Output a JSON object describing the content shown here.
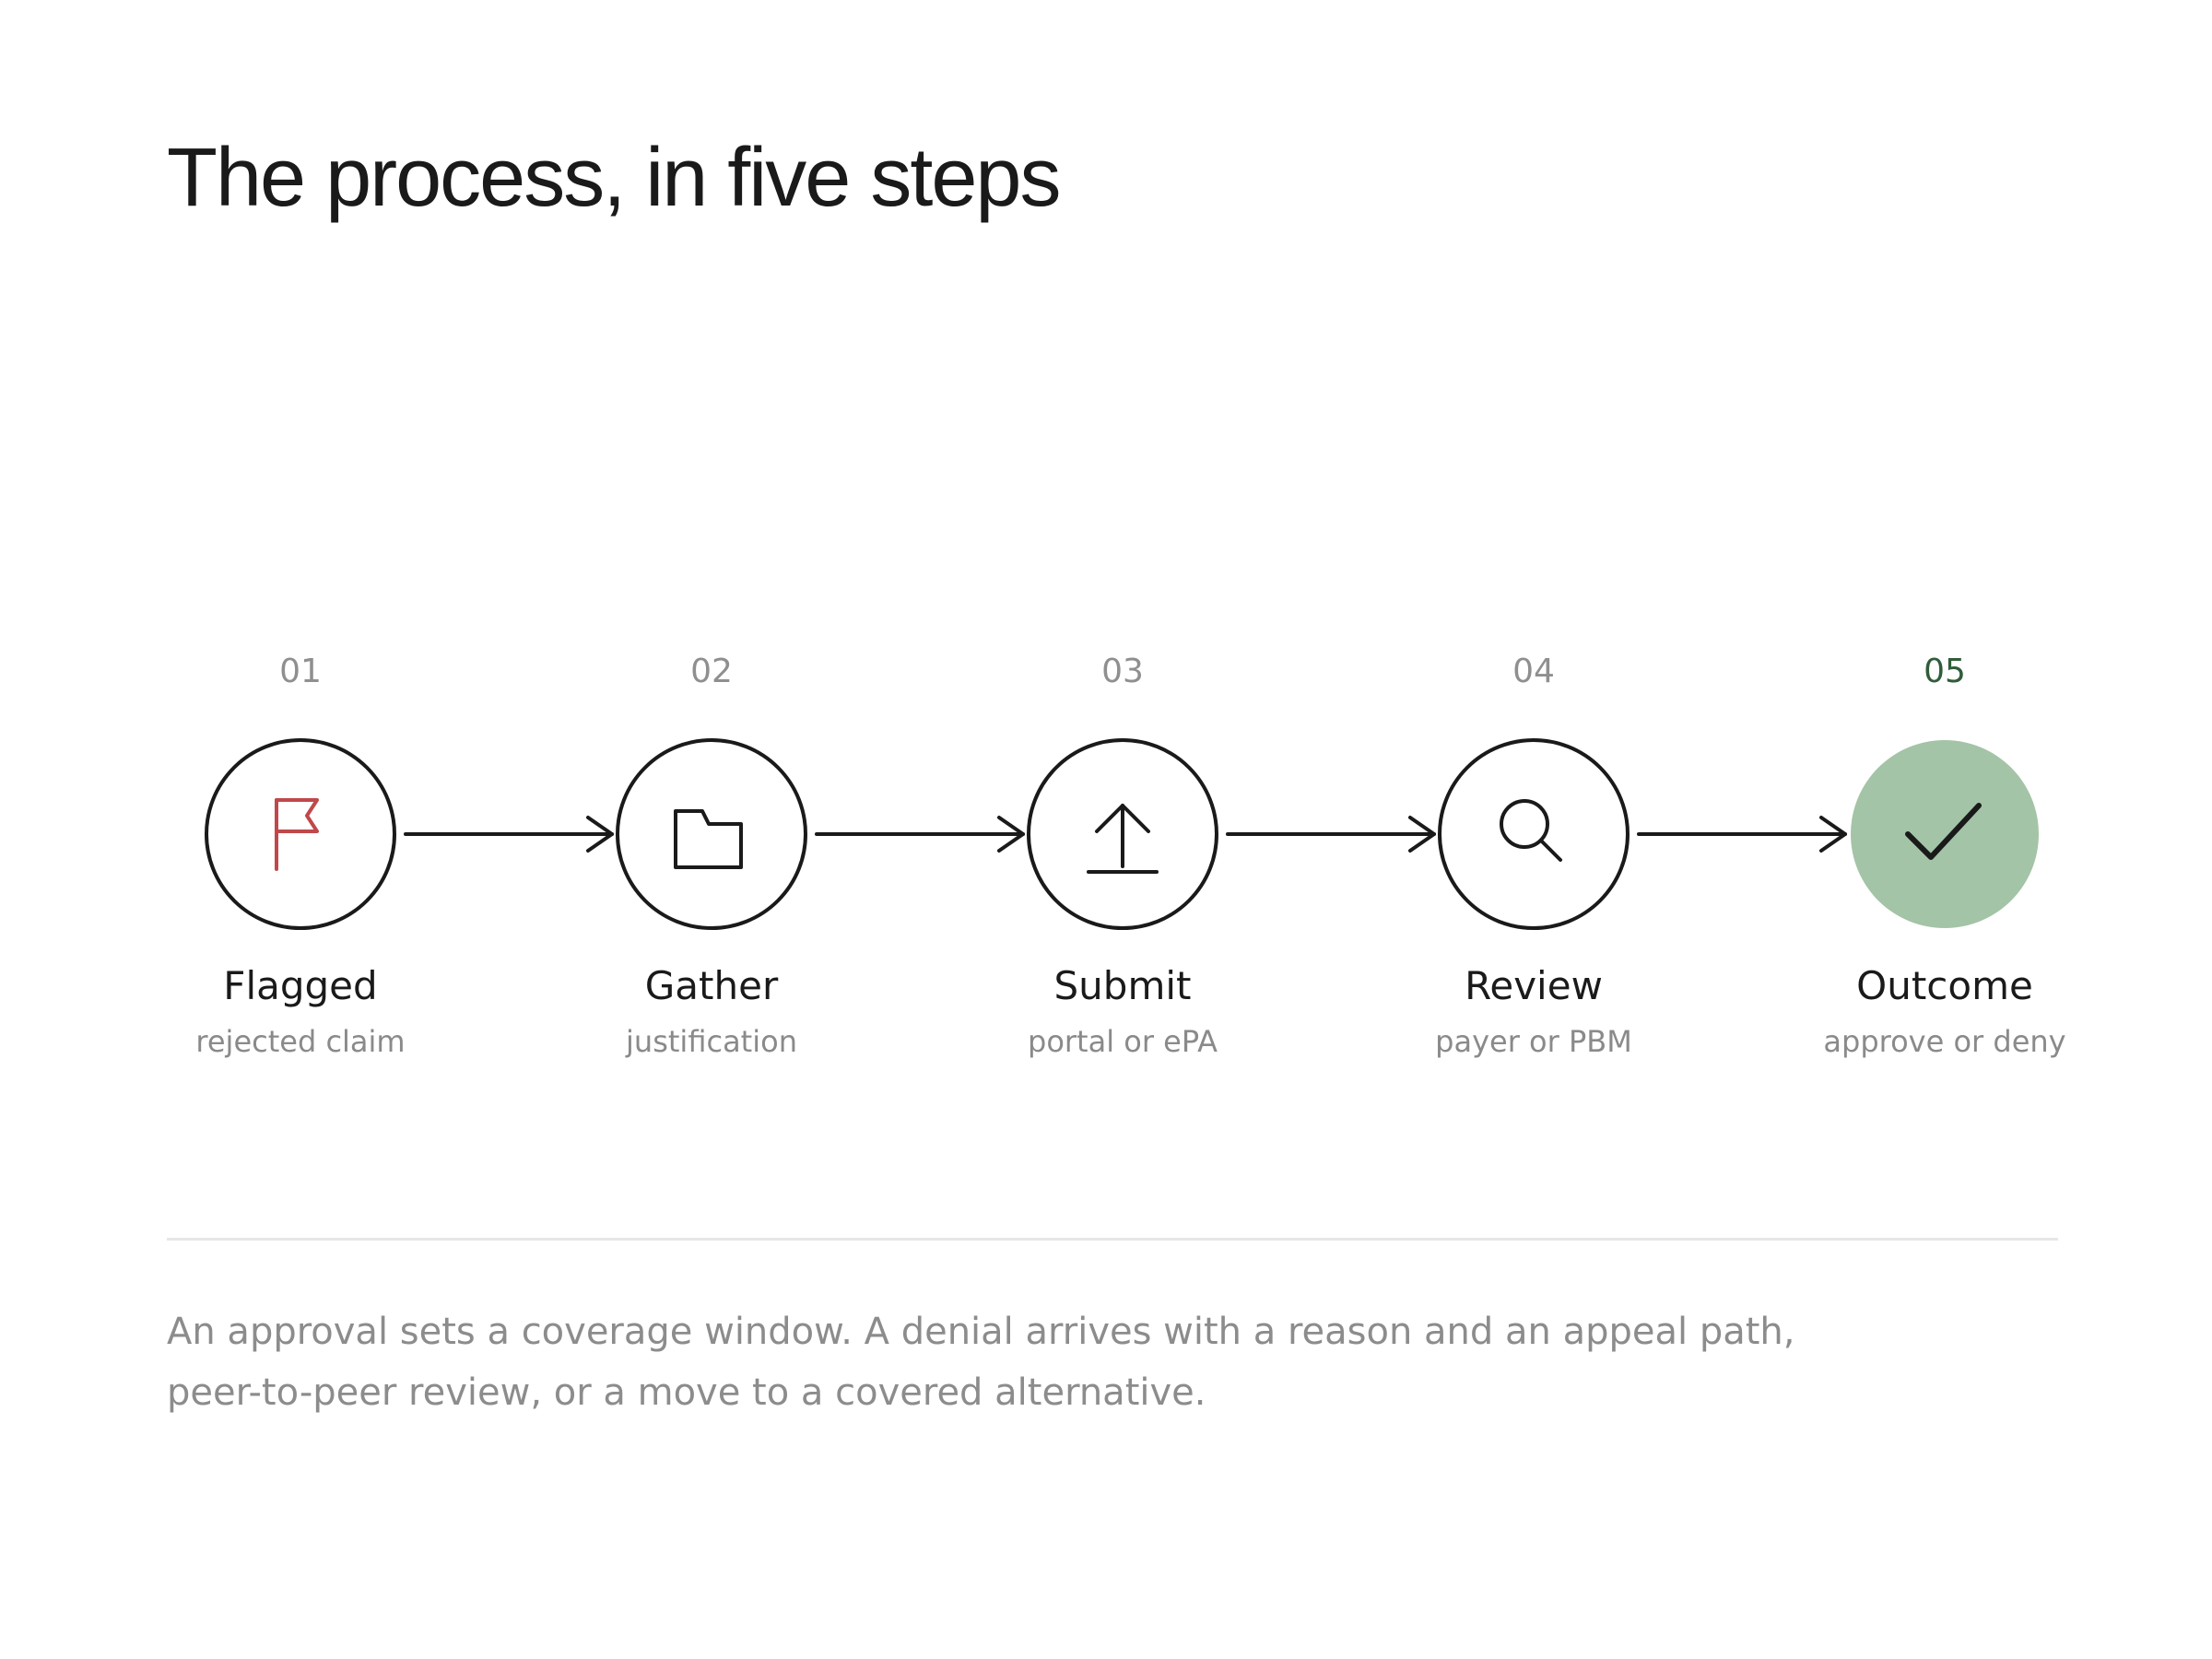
{
  "title": "The process, in five steps",
  "colors": {
    "stroke": "#1a1a1a",
    "flag_accent": "#c0484a",
    "outcome_fill": "#a3c4a6",
    "outcome_number": "#2f5d3a",
    "muted_text": "#8a8a8a",
    "divider": "#e6e6e6"
  },
  "steps": [
    {
      "number": "01",
      "title": "Flagged",
      "subtitle": "rejected claim",
      "icon": "flag-icon"
    },
    {
      "number": "02",
      "title": "Gather",
      "subtitle": "justification",
      "icon": "folder-icon"
    },
    {
      "number": "03",
      "title": "Submit",
      "subtitle": "portal or ePA",
      "icon": "upload-icon"
    },
    {
      "number": "04",
      "title": "Review",
      "subtitle": "payer or PBM",
      "icon": "search-icon"
    },
    {
      "number": "05",
      "title": "Outcome",
      "subtitle": "approve or deny",
      "icon": "checkmark-icon"
    }
  ],
  "summary": {
    "line1": "An approval sets a coverage window. A denial arrives with a reason and an appeal path,",
    "line2": "peer-to-peer review, or a move to a covered alternative."
  }
}
